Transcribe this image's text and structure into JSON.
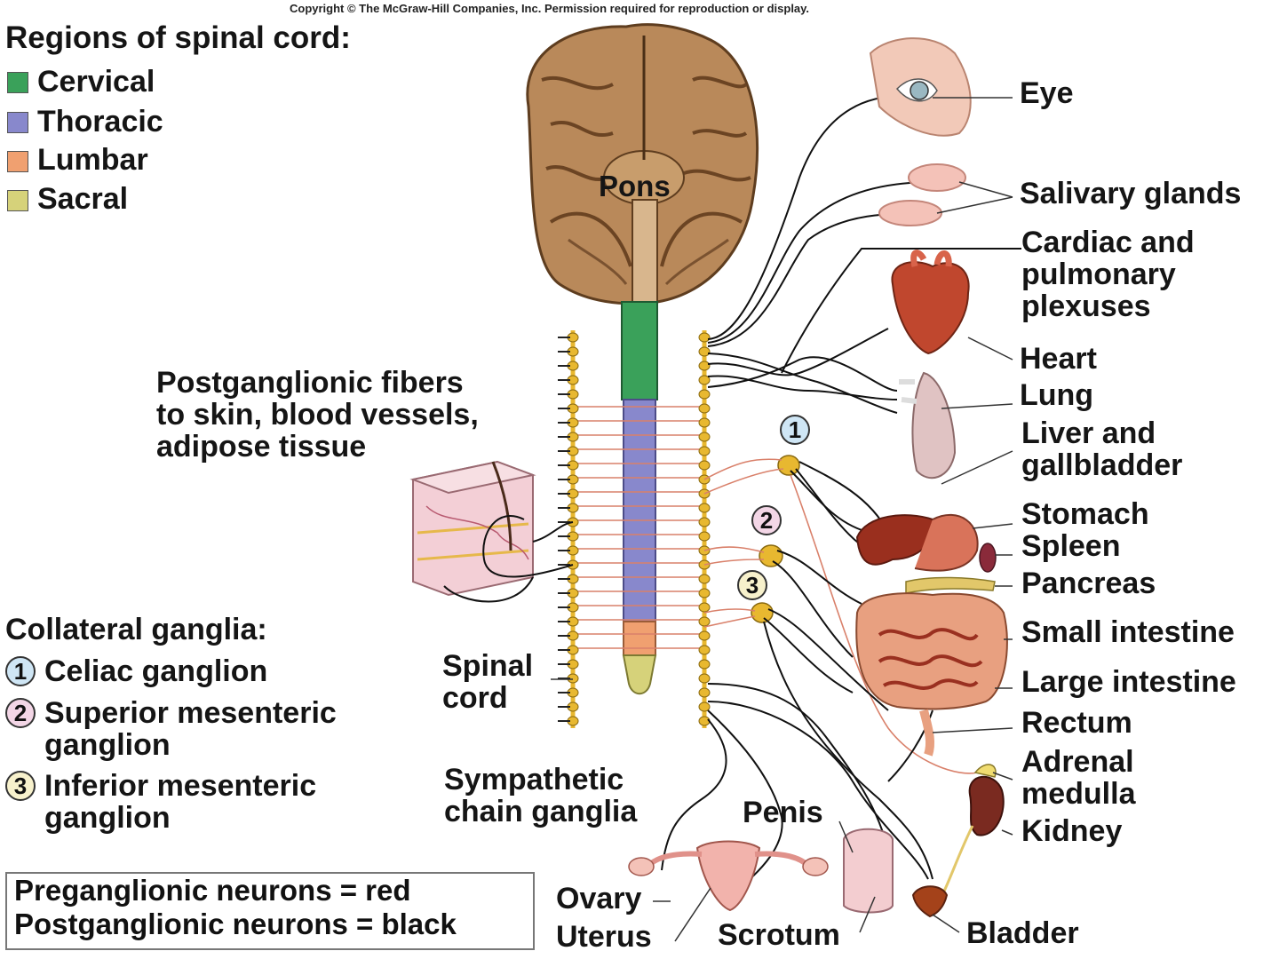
{
  "copyright": "Copyright © The McGraw-Hill Companies, Inc. Permission required for reproduction or display.",
  "regions_legend": {
    "title": "Regions of spinal cord:",
    "items": [
      {
        "label": "Cervical",
        "color": "#3aa15a"
      },
      {
        "label": "Thoracic",
        "color": "#8888cc"
      },
      {
        "label": "Lumbar",
        "color": "#f0a070"
      },
      {
        "label": "Sacral",
        "color": "#d6d27a"
      }
    ]
  },
  "center": {
    "pons": "Pons",
    "postganglionic": [
      "Postganglionic fibers",
      "to skin, blood vessels,",
      "adipose tissue"
    ],
    "spinal_cord": [
      "Spinal",
      "cord"
    ],
    "sympathetic_chain": [
      "Sympathetic",
      "chain ganglia"
    ]
  },
  "ganglia_legend": {
    "title": "Collateral ganglia:",
    "items": [
      {
        "num": "1",
        "lines": [
          "Celiac ganglion"
        ],
        "color": "#cfe6f5"
      },
      {
        "num": "2",
        "lines": [
          "Superior mesenteric",
          "ganglion"
        ],
        "color": "#f3d6e6"
      },
      {
        "num": "3",
        "lines": [
          "Inferior mesenteric",
          "ganglion"
        ],
        "color": "#f7f1cc"
      }
    ]
  },
  "neurons_note": {
    "line1": "Preganglionic neurons = red",
    "line2": "Postganglionic neurons = black"
  },
  "organs": {
    "eye": "Eye",
    "salivary": "Salivary glands",
    "cardiac": [
      "Cardiac and",
      "pulmonary",
      "plexuses"
    ],
    "heart": "Heart",
    "lung": "Lung",
    "liver": [
      "Liver and",
      "gallbladder"
    ],
    "stomach": "Stomach",
    "spleen": "Spleen",
    "pancreas": "Pancreas",
    "small_intestine": "Small intestine",
    "large_intestine": "Large intestine",
    "rectum": "Rectum",
    "adrenal": [
      "Adrenal",
      "medulla"
    ],
    "kidney": "Kidney",
    "penis": "Penis",
    "ovary": "Ovary",
    "uterus": "Uterus",
    "scrotum": "Scrotum",
    "bladder": "Bladder"
  },
  "colors": {
    "ganglion": "#e8b830",
    "preganglionic": "#d9806a",
    "postganglionic": "#111111",
    "brain": "#b9895a"
  }
}
